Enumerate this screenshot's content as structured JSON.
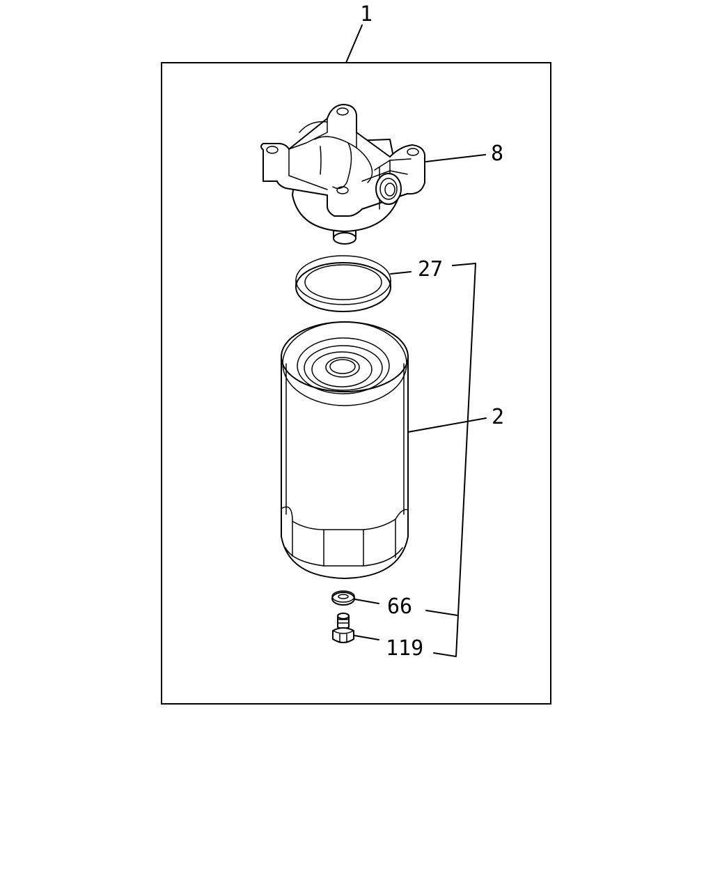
{
  "callouts": {
    "assembly": "1",
    "filter_head": "8",
    "gasket": "27",
    "filter_element": "2",
    "washer": "66",
    "drain_plug": "119"
  }
}
